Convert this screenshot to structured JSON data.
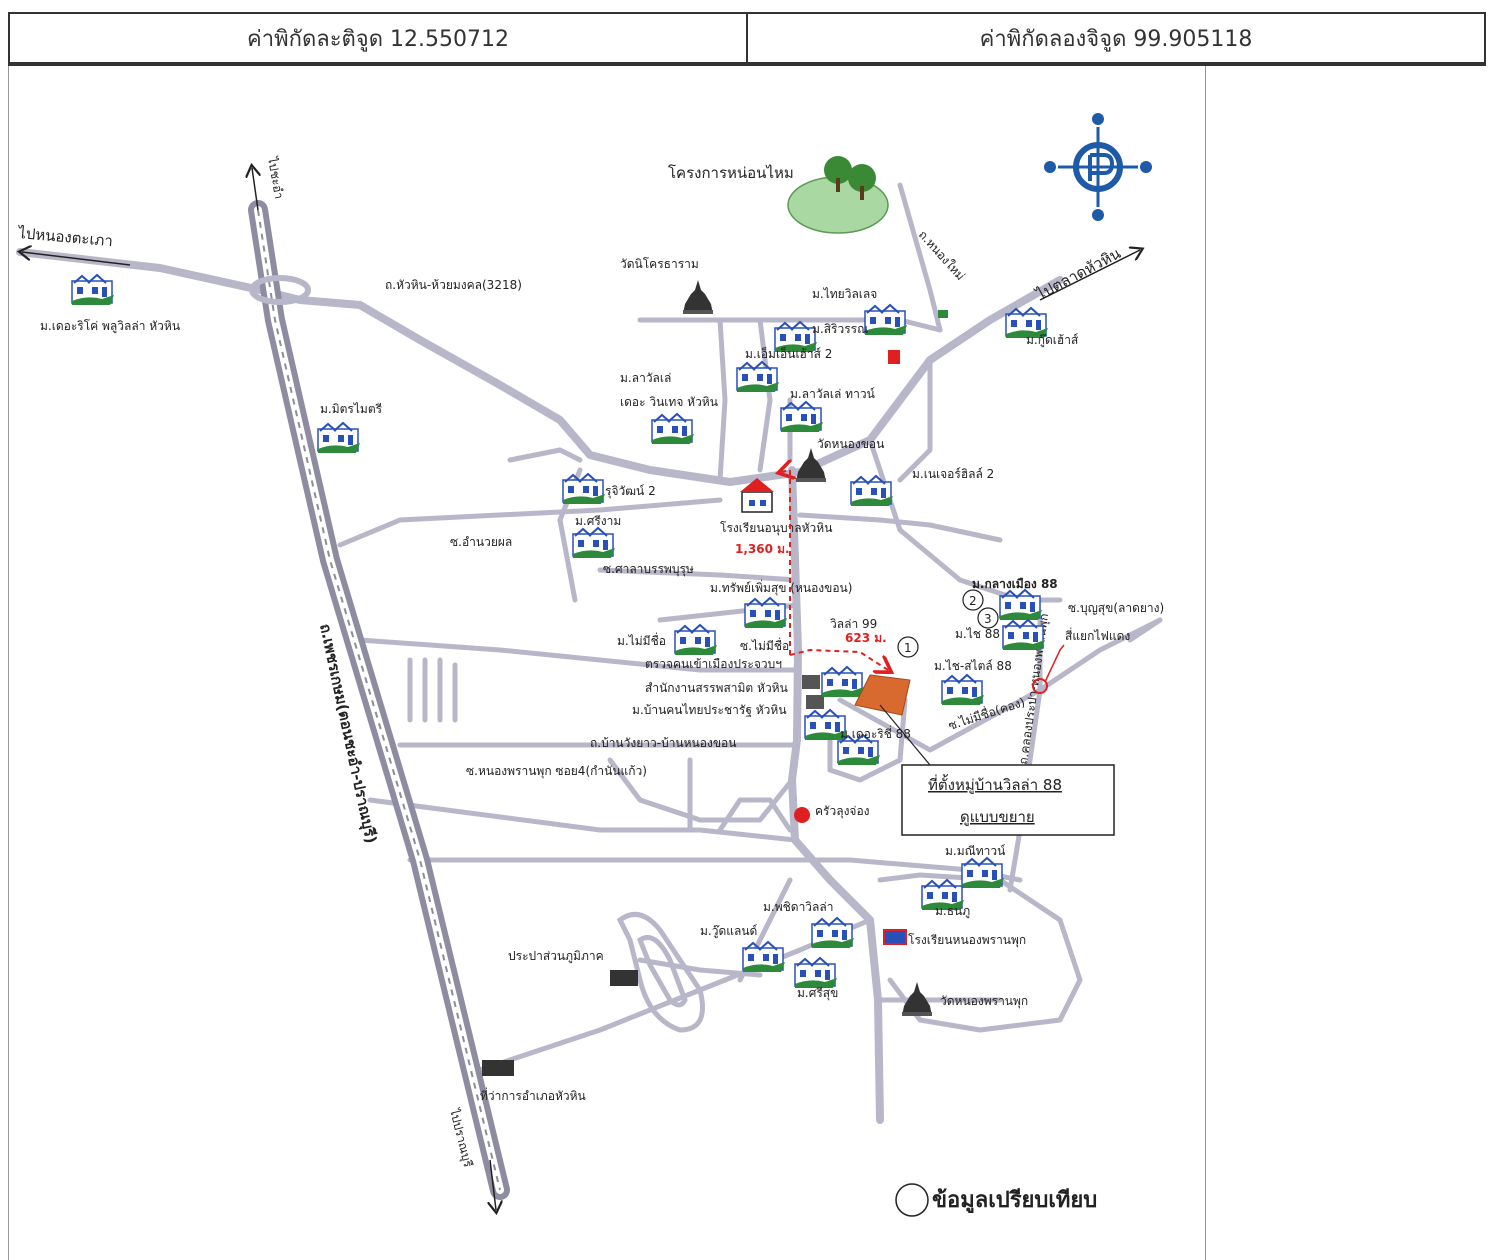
{
  "header": {
    "latitude": "ค่าพิกัดละติจูด 12.550712",
    "longitude": "ค่าพิกัดลองจิจูด 99.905118"
  },
  "map": {
    "arrows": {
      "to_nong_tapao": "ไปหนองตะเภา",
      "to_cha_am": "ไปชะอำ",
      "to_hua_hin_market": "ไปตลาดหัวหิน",
      "to_pranburi": "ไปปราณบุรี"
    },
    "roads": {
      "huahin_huaymongkol": "ถ.หัวหิน-ห้วยมงคล(3218)",
      "petchkasem": "ถ.เพชรเกษม(ตอนชะอำ-ปราณบุรี)",
      "nong_yai": "ถ.หนองใหม่",
      "ban_wang_yao": "ถ.บ้านวังยาว-บ้านหนองขอน",
      "soi_am_nuay_phon": "ซ.อำนวยผล",
      "soi_sala": "ซ.ศาลาบรรพบุรุษ",
      "soi_nong_phran_phuk_4": "ซ.หนองพรานพุก ซอย4(กำนันแก้ว)",
      "soi_mai_mi_chue": "ซ.ไม่มีชื่อ",
      "soi_mai_mi_chue_2": "ซ.ไม่มีชื่อ(คอง)",
      "soi_bun_suk": "ซ.บุญสุข(ลาดยาง)",
      "soi_khlong_pra": "ถ.คลองประปา-หนองพรานพุก",
      "traffic_light": "สี่แยกไฟแดง"
    },
    "places": {
      "nong_mai_project": "โครงการหน่อนไหม",
      "wat_nikhon": "วัดนิโครธาราม",
      "wat_nong_khon": "วัดหนองขอน",
      "school_anuban": "โรงเรียนอนุบาลหัวหิน",
      "immigration": "ตรวจคนเข้าเมืองประจวบฯ",
      "office": "สำนักงานสรรพสามิต หัวหิน",
      "krua_lung_chong": "ครัวลุงจ่อง",
      "school_nong_phran_phuk": "โรงเรียนหนองพรานพุก",
      "wat_nong_phran_phuk": "วัดหนองพรานพุก",
      "water_authority": "ประปาส่วนภูมิภาค",
      "district_office": "ที่ว่าการอำเภอหัวหิน"
    },
    "villages": {
      "the_rico": "ม.เดอะริโค่ พลูวิลล่า หัวหิน",
      "mittraphap": "ม.มิตรไมตรี",
      "thai_village": "ม.ไทยวิลเลจ",
      "siriwan": "ม.สิริวรรณ",
      "em_n_house2": "ม.เอ็มเอ็นเฮ้าส์ 2",
      "lavelle": "ม.ลาวัลเล่",
      "lavelle_sub": "เดอะ วินเทจ หัวหิน",
      "lavelle_town": "ม.ลาวัลเล่ ทาวน์",
      "good_house": "ม.กู๊ดเฮ้าส์",
      "rujiwat": "รุจิวัฒน์ 2",
      "sri_ngam": "ม.ศรีงาม",
      "nature_hill": "ม.เนเจอร์ฮิลล์ 2",
      "sap_permsuk": "ม.ทรัพย์เพิ่มสุข (หนองขอน)",
      "mai_mi_chue": "ม.ไม่มีชื่อ",
      "villa99": "วิลล่า 99",
      "ban_khon_thai": "ม.บ้านคนไทยประชารัฐ หัวหิน",
      "the_ricci88": "ม.เดอะริชี่ 88",
      "klang_mueang": "ม.กลางเมือง 88",
      "chai88": "ม.ไช 88",
      "chai_style88": "ม.ไช-สไตล์ 88",
      "manee_town": "ม.มณีทาวน์",
      "thanu": "ม.ธนภู",
      "patcha_villa": "ม.พชิดาวิลล่า",
      "wood_land": "ม.วู๊ดแลนด์",
      "sri_suk": "ม.ศรีสุข"
    },
    "distances": {
      "d1": "1,360 ม.",
      "d2": "623 ม."
    },
    "markers": [
      "1",
      "2",
      "3"
    ],
    "callout": {
      "title": "ที่ตั้งหมู่บ้านวิลล่า 88",
      "subtitle": "ดูแบบขยาย"
    },
    "legend": "ข้อมูลเปรียบเทียบ"
  },
  "colors": {
    "road": "#b8b6c9",
    "route": "#e02020",
    "site": "#d8692f",
    "compass": "#1e5aa8",
    "village_green": "#2c8a3a",
    "village_blue": "#2850b8",
    "park": "#a9d8a2"
  }
}
